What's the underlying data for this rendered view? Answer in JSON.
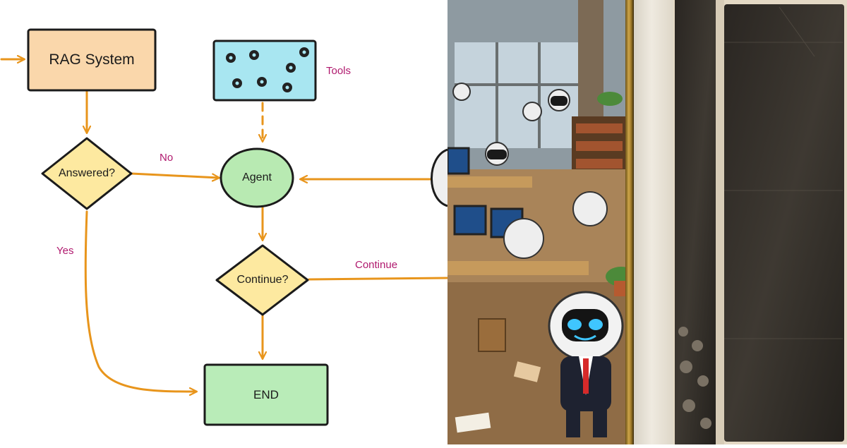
{
  "flowchart": {
    "nodes": {
      "rag": "RAG System",
      "tools": "Tools",
      "answered": "Answered?",
      "agent": "Agent",
      "continue": "Continue?",
      "end": "END"
    },
    "edges": {
      "no": "No",
      "yes": "Yes",
      "continue": "Continue"
    },
    "colors": {
      "rag_fill": "#fad7ab",
      "tools_fill": "#a8e6f1",
      "decision_fill": "#fde9a0",
      "agent_fill": "#b8eab2",
      "end_fill": "#b9ecb8",
      "arrow": "#e8951c",
      "edge_label": "#b0196e",
      "outline": "#1b1b1b"
    }
  },
  "images": {
    "painting": "illustration-robot-office",
    "print": "vintage-dark-print"
  }
}
